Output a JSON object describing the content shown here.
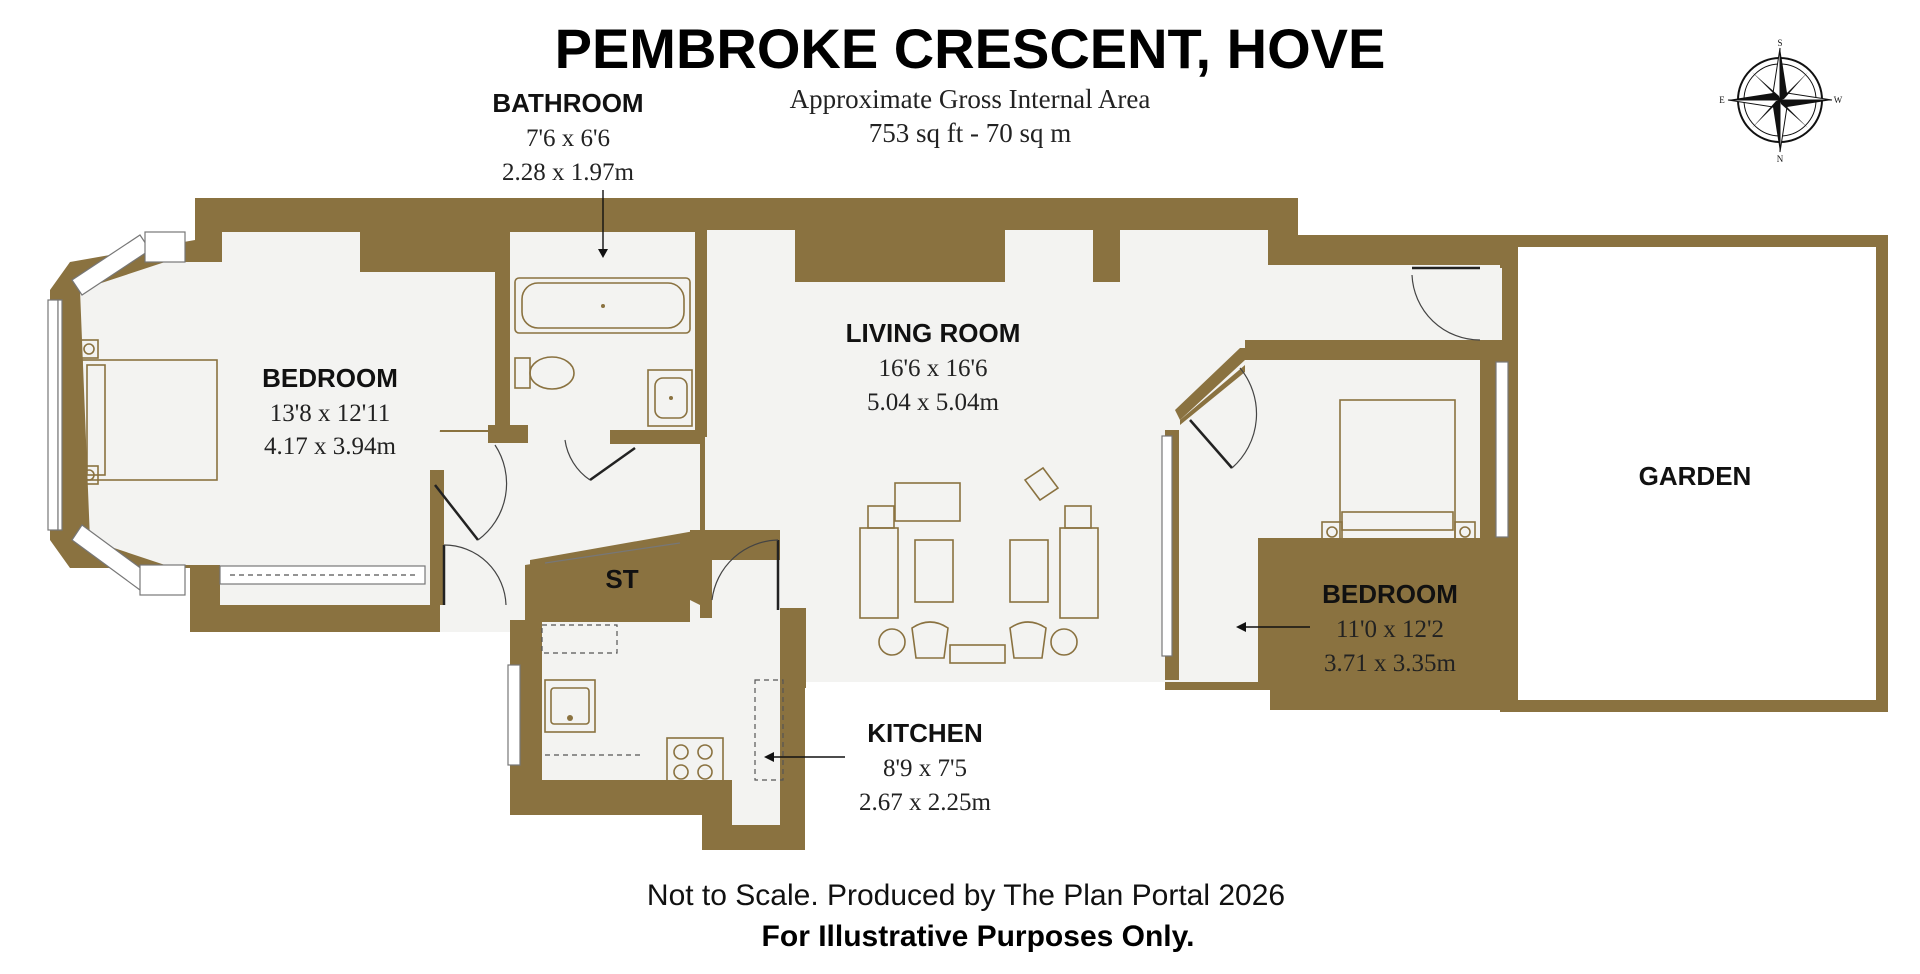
{
  "title": "PEMBROKE CRESCENT, HOVE",
  "area": {
    "label": "Approximate Gross Internal Area",
    "value": "753 sq ft - 70 sq m"
  },
  "rooms": {
    "bathroom": {
      "name": "BATHROOM",
      "imperial": "7'6 x 6'6",
      "metric": "2.28 x 1.97m"
    },
    "bedroom1": {
      "name": "BEDROOM",
      "imperial": "13'8 x 12'11",
      "metric": "4.17 x 3.94m"
    },
    "living": {
      "name": "LIVING ROOM",
      "imperial": "16'6 x 16'6",
      "metric": "5.04 x 5.04m"
    },
    "bedroom2": {
      "name": "BEDROOM",
      "imperial": "11'0 x 12'2",
      "metric": "3.71 x 3.35m"
    },
    "kitchen": {
      "name": "KITCHEN",
      "imperial": "8'9 x 7'5",
      "metric": "2.67 x 2.25m"
    },
    "store": {
      "name": "ST"
    },
    "garden": {
      "name": "GARDEN"
    }
  },
  "compass": {
    "n": "N",
    "s": "S",
    "e": "E",
    "w": "W",
    "icon": "compass-rose-icon"
  },
  "footer": {
    "line1": "Not to Scale. Produced by The Plan Portal 2026",
    "line2": "For Illustrative Purposes Only."
  },
  "colors": {
    "wall": "#8a7240",
    "floor": "#f3f3f1"
  }
}
